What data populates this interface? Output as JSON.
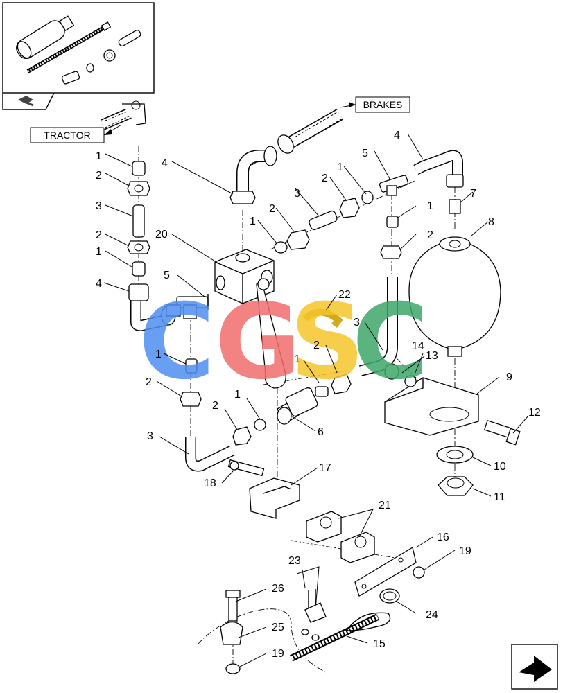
{
  "labels": {
    "tractor": "TRACTOR",
    "brakes": "BRAKES"
  },
  "callouts": {
    "c1a": "1",
    "c2a": "2",
    "c3a": "3",
    "c2b": "2",
    "c1b": "1",
    "c4a": "4",
    "c5a": "5",
    "c20": "20",
    "c4b": "4",
    "c2c": "2",
    "c3b": "3",
    "c2d": "2",
    "c1c": "1",
    "c1d": "1",
    "c5b": "5",
    "c4c": "4",
    "c7": "7",
    "c1e": "1",
    "c2e": "2",
    "c8": "8",
    "c22": "22",
    "c3c": "3",
    "c2f": "2",
    "c1f": "1",
    "c14": "14",
    "c13": "13",
    "c9": "9",
    "c1g": "1",
    "c2g": "2",
    "c1h": "1",
    "c2h": "2",
    "c6": "6",
    "c12": "12",
    "c3d": "3",
    "c10": "10",
    "c11": "11",
    "c18": "18",
    "c17": "17",
    "c21": "21",
    "c16": "16",
    "c19a": "19",
    "c23": "23",
    "c26": "26",
    "c24": "24",
    "c25": "25",
    "c15": "15",
    "c19b": "19"
  },
  "watermark": {
    "letters": [
      "C",
      "G",
      "S",
      "C"
    ],
    "colors": [
      "#4f8ff0",
      "#f26d6d",
      "#f5c62a",
      "#3fa86a"
    ]
  },
  "icons": {
    "kit_preview": "kit-illustration",
    "nav_arrow": "next-page-arrow-icon",
    "kit_flag": "kit-flag-icon"
  }
}
